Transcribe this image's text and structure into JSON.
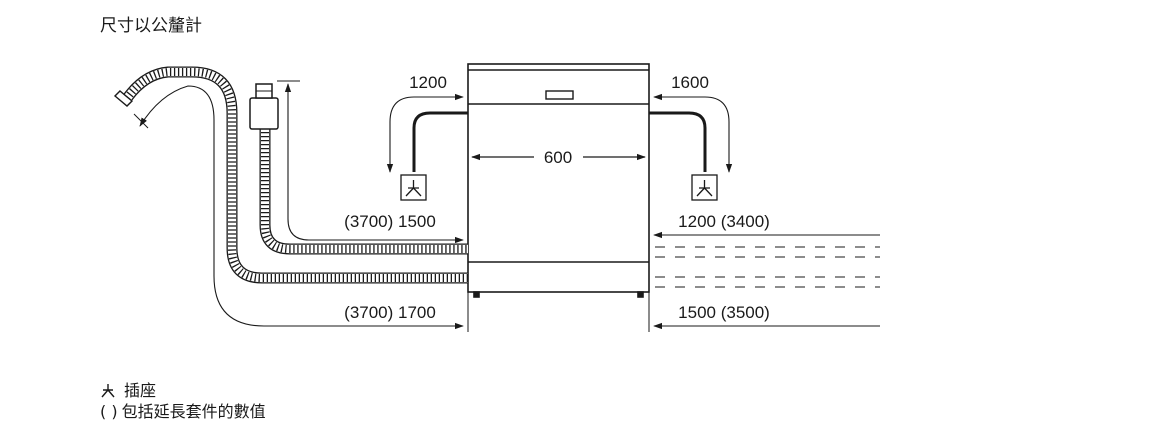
{
  "title": "尺寸以公釐計",
  "dimensions": {
    "left_clearance": "1200",
    "right_clearance": "1600",
    "width": "600",
    "upper_left": "(3700) 1500",
    "upper_right": "1200 (3400)",
    "lower_left": "(3700) 1700",
    "lower_right": "1500 (3500)"
  },
  "legend": {
    "socket_symbol_label": "插座",
    "parentheses_marker": "( )",
    "parentheses_label": "包括延長套件的數值"
  }
}
